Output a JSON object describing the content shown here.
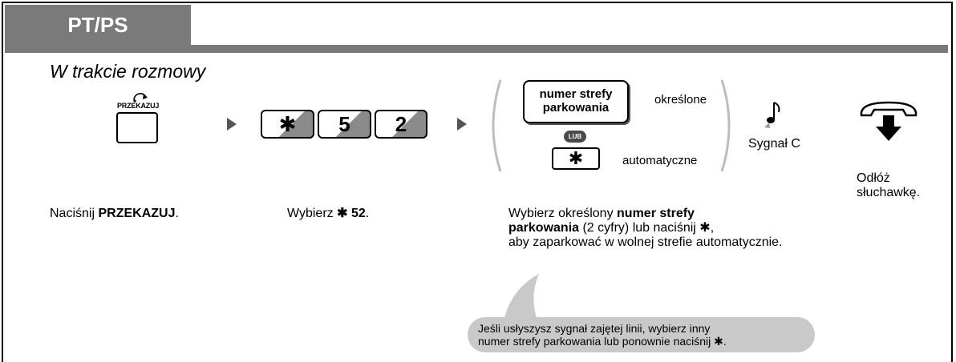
{
  "header": {
    "tab_label": "PT/PS"
  },
  "subtitle": "W trakcie rozmowy",
  "keys": {
    "transfer_label": "PRZEKAZUJ",
    "star": "✱",
    "digit1": "5",
    "digit2": "2",
    "zone_key_line1": "numer strefy",
    "zone_key_line2": "parkowania",
    "lub_badge": "LUB",
    "option_specific": "określone",
    "option_auto": "automatyczne"
  },
  "tone": {
    "label": "Sygnał C"
  },
  "hangup": {
    "line1": "Odłóż",
    "line2": "słuchawkę."
  },
  "steps": {
    "step1_prefix": "Naciśnij ",
    "step1_bold": "PRZEKAZUJ",
    "step1_suffix": ".",
    "step2_prefix": "Wybierz ",
    "step2_bold": "✱ 52",
    "step2_suffix": ".",
    "step3_line1_prefix": "Wybierz określony ",
    "step3_line1_bold": "numer strefy",
    "step3_line2_bold": "parkowania",
    "step3_line2_rest": " (2 cyfry) lub naciśnij ✱,",
    "step3_line3": "aby zaparkować w wolnej strefie automatycznie."
  },
  "note": {
    "line1": "Jeśli usłyszysz sygnał zajętej linii, wybierz inny",
    "line2": "numer strefy parkowania lub ponownie naciśnij ✱."
  }
}
